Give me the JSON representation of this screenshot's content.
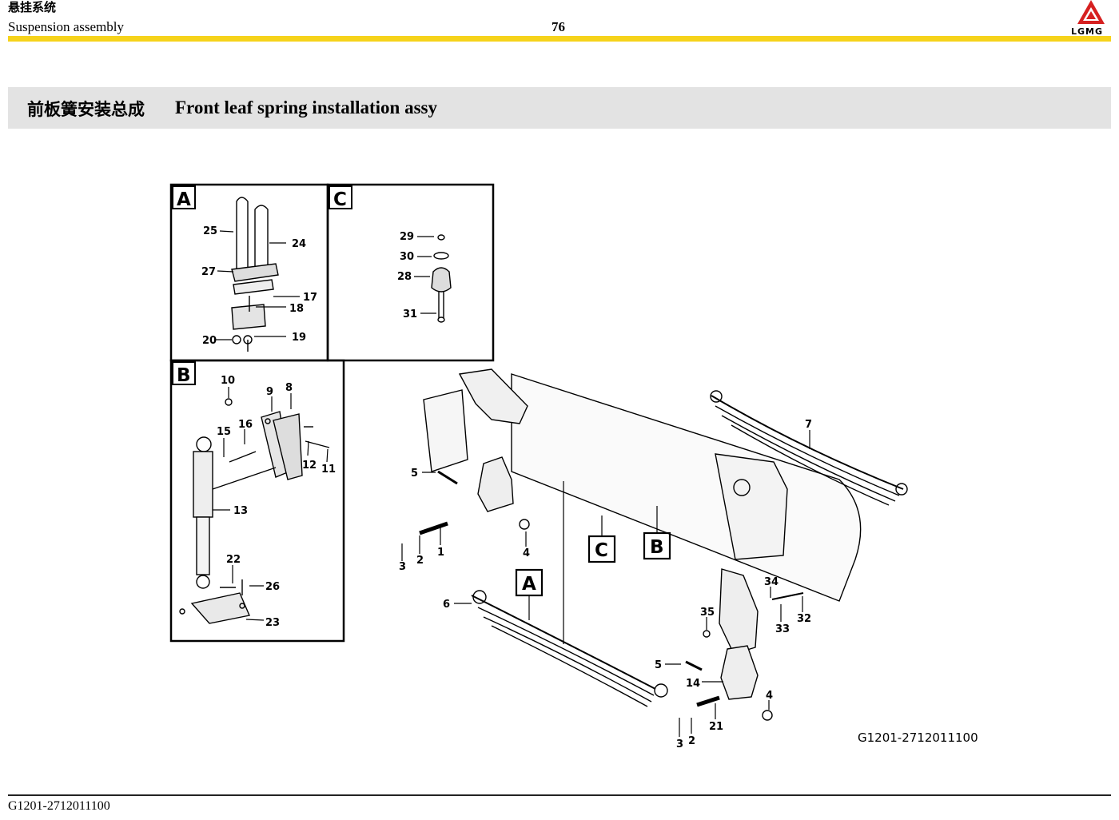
{
  "header": {
    "section_cn": "悬挂系统",
    "section_en": "Suspension assembly",
    "page_number": "76",
    "logo_text": "LGMG",
    "accent_color": "#f6d31b"
  },
  "title": {
    "cn": "前板簧安装总成",
    "en": "Front leaf spring installation assy"
  },
  "diagram": {
    "detail_boxes": [
      "A",
      "C",
      "B"
    ],
    "callouts_box_a": [
      "25",
      "24",
      "27",
      "17",
      "18",
      "19",
      "20"
    ],
    "callouts_box_c": [
      "29",
      "30",
      "28",
      "31"
    ],
    "callouts_box_b": [
      "10",
      "9",
      "8",
      "16",
      "15",
      "12",
      "11",
      "13",
      "22",
      "26",
      "23"
    ],
    "callouts_main": [
      "5",
      "1",
      "2",
      "3",
      "4",
      "6",
      "7",
      "34",
      "35",
      "33",
      "32",
      "5",
      "14",
      "4",
      "21",
      "3",
      "2"
    ],
    "view_markers": [
      "C",
      "B",
      "A"
    ],
    "drawing_number": "G1201-2712011100"
  },
  "footer": {
    "code": "G1201-2712011100"
  }
}
